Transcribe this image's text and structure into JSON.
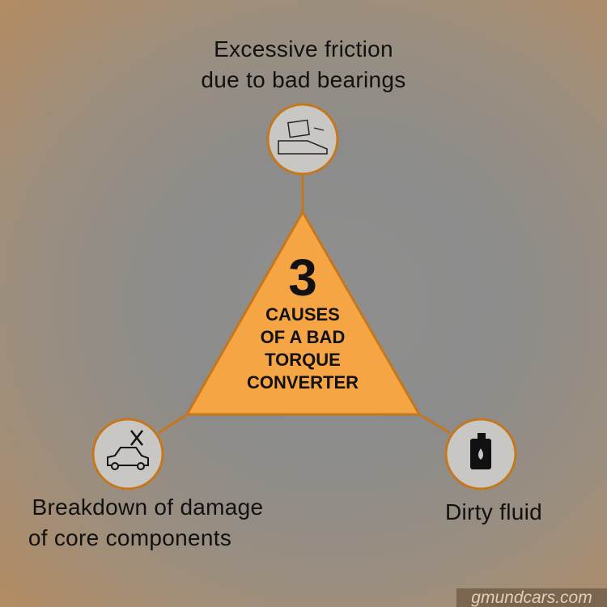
{
  "center": {
    "number": "3",
    "lines": [
      "CAUSES",
      "OF A BAD",
      "TORQUE",
      "CONVERTER"
    ]
  },
  "causes": {
    "top": {
      "lines": [
        "Excessive friction",
        "due to bad bearings"
      ],
      "icon": "friction-block-icon"
    },
    "left": {
      "lines": [
        "Breakdown of damage",
        "of core components"
      ],
      "icon": "car-repair-icon"
    },
    "right": {
      "lines": [
        "Dirty fluid"
      ],
      "icon": "oil-can-icon"
    }
  },
  "watermark": "gmundcars.com",
  "colors": {
    "triangle": "#f6a544",
    "outline": "#c4771c",
    "circle": "#c9c7c4"
  }
}
